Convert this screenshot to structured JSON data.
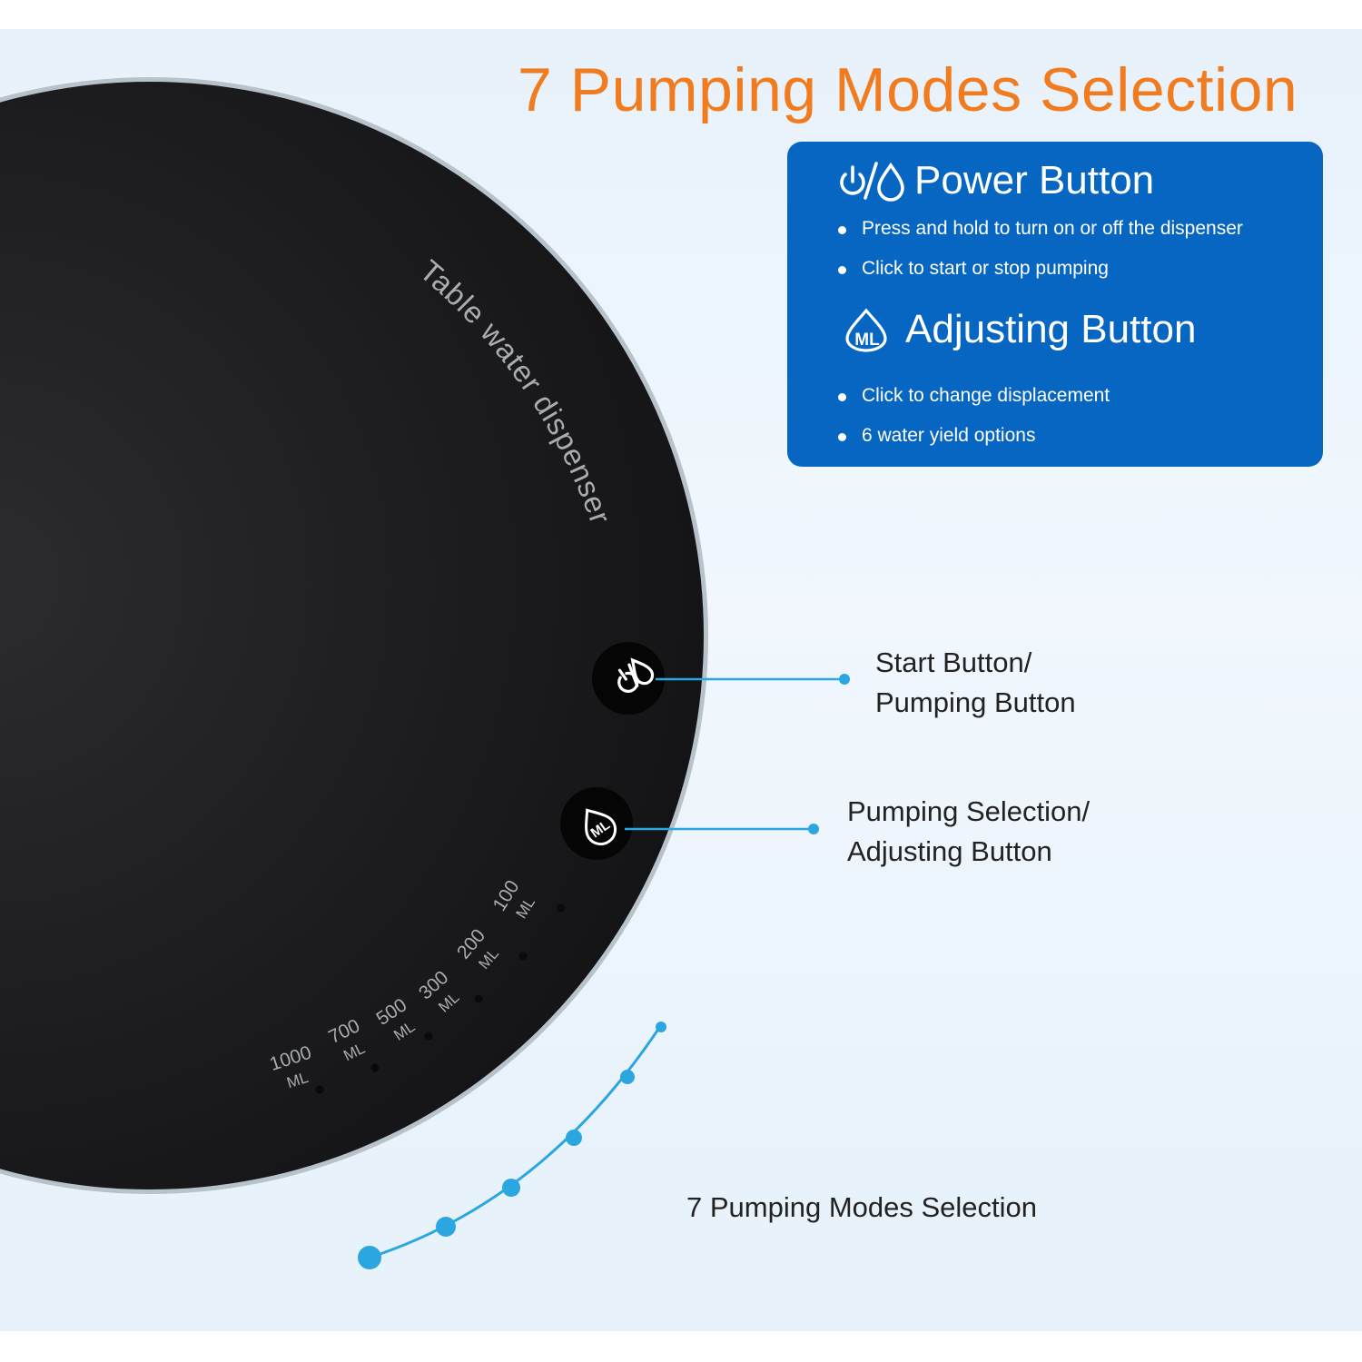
{
  "title": "7 Pumping Modes Selection",
  "brand_color": "#f07c1f",
  "panel_color": "#0766c2",
  "accent_color": "#2ba6e0",
  "device": {
    "label": "Table water dispenser",
    "power_button_icon": "power-drop-icon",
    "adjust_button_icon": "ml-drop-icon",
    "volumes": [
      {
        "value": "1000",
        "unit": "ML"
      },
      {
        "value": "700",
        "unit": "ML"
      },
      {
        "value": "500",
        "unit": "ML"
      },
      {
        "value": "300",
        "unit": "ML"
      },
      {
        "value": "200",
        "unit": "ML"
      },
      {
        "value": "100",
        "unit": "ML"
      }
    ]
  },
  "info": {
    "power": {
      "icon": "power-drop-icon",
      "title": "Power Button",
      "bullets": [
        "Press and hold to turn on or off the dispenser",
        "Click to start or stop pumping"
      ]
    },
    "adjust": {
      "icon": "ml-drop-icon",
      "icon_text": "ML",
      "title": "Adjusting Button",
      "bullets": [
        "Click to change displacement",
        "6 water yield options"
      ]
    }
  },
  "callouts": {
    "start": {
      "line1": "Start Button/",
      "line2": "Pumping Button"
    },
    "selection": {
      "line1": "Pumping Selection/",
      "line2": "Adjusting Button"
    }
  },
  "modes_caption": "7 Pumping Modes Selection",
  "modes_count": 7
}
